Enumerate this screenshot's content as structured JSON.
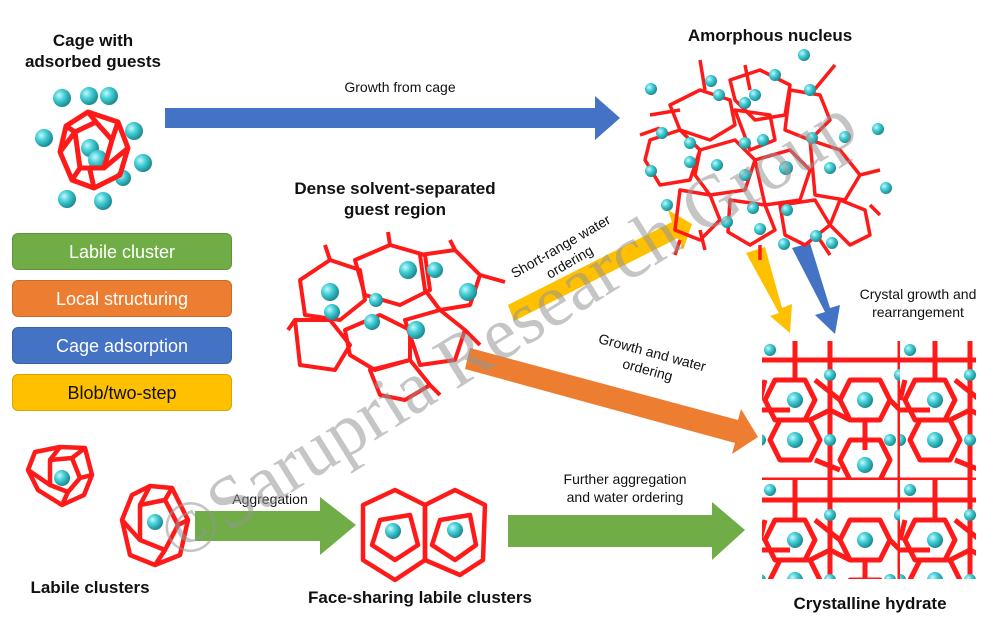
{
  "titles": {
    "cage_with_guests": [
      "Cage with",
      "adsorbed guests"
    ],
    "amorphous_nucleus": "Amorphous nucleus",
    "dense_region": [
      "Dense solvent-separated",
      "guest region"
    ],
    "labile_clusters": "Labile clusters",
    "face_sharing": "Face-sharing labile clusters",
    "crystalline_hydrate": "Crystalline hydrate"
  },
  "arrows": {
    "growth_from_cage": {
      "label": "Growth from cage",
      "color": "#4472C4"
    },
    "short_range": {
      "label": [
        "Short-range water",
        "ordering"
      ],
      "color": "#FFC000"
    },
    "growth_water": {
      "label": [
        "Growth and water",
        "ordering"
      ],
      "color": "#ED7D31"
    },
    "aggregation": {
      "label": "Aggregation",
      "color": "#70AD47"
    },
    "further_aggregation": {
      "label": [
        "Further aggregation",
        "and water ordering"
      ],
      "color": "#70AD47"
    },
    "crystal_growth": {
      "label": [
        "Crystal growth and",
        "rearrangement"
      ],
      "colors": [
        "#FFC000",
        "#4472C4"
      ]
    }
  },
  "legend": [
    {
      "label": "Labile cluster",
      "color": "#70AD47",
      "text_color": "#ffffff"
    },
    {
      "label": "Local structuring",
      "color": "#ED7D31",
      "text_color": "#ffffff"
    },
    {
      "label": "Cage adsorption",
      "color": "#4472C4",
      "text_color": "#ffffff"
    },
    {
      "label": "Blob/two-step",
      "color": "#FFC000",
      "text_color": "#111111"
    }
  ],
  "colors": {
    "cage": "#FF1A1A",
    "guest": "#45D0D8"
  },
  "watermark": "©Sarupria Research Group"
}
